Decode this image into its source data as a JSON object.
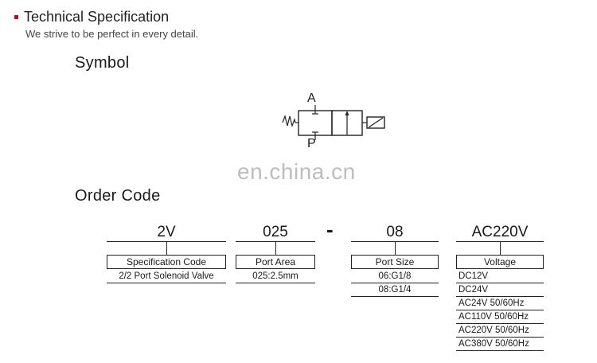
{
  "header": {
    "title": "Technical Specification",
    "subtitle": "We strive to be perfect in every detail."
  },
  "symbol": {
    "heading": "Symbol",
    "port_a": "A",
    "port_p": "P"
  },
  "watermark": "en.china.cn",
  "order_code": {
    "heading": "Order Code",
    "separator": "-",
    "groups": [
      {
        "code": "2V",
        "label": "Specification Code",
        "options": [
          "2/2 Port Solenoid Valve"
        ]
      },
      {
        "code": "025",
        "label": "Port Area",
        "options": [
          "025:2.5mm"
        ]
      },
      {
        "code": "08",
        "label": "Port Size",
        "options": [
          "06:G1/8",
          "08:G1/4"
        ]
      },
      {
        "code": "AC220V",
        "label": "Voltage",
        "options": [
          "DC12V",
          "DC24V",
          "AC24V 50/60Hz",
          "AC110V 50/60Hz",
          "AC220V 50/60Hz",
          "AC380V 50/60Hz"
        ]
      }
    ]
  }
}
